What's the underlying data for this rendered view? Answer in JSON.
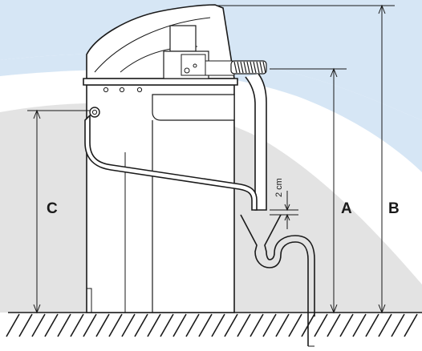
{
  "diagram": {
    "labels": {
      "a": "A",
      "b": "B",
      "c": "C",
      "gap": "2 cm"
    },
    "colors": {
      "sky_blue": "#d6e6f5",
      "light_gray": "#e3e3e3",
      "white_band": "#ffffff",
      "line": "#1a1a1a",
      "machine_fill": "#ffffff"
    }
  }
}
